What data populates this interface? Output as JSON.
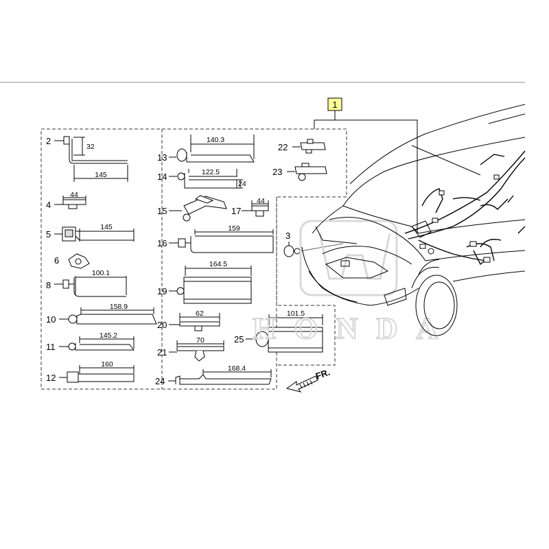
{
  "diagram": {
    "assembly_callout": "1",
    "callouts": {
      "c2": "2",
      "c3": "3",
      "c4": "4",
      "c5": "5",
      "c6": "6",
      "c8": "8",
      "c10": "10",
      "c11": "11",
      "c12": "12",
      "c13": "13",
      "c14": "14",
      "c15": "15",
      "c16": "16",
      "c17": "17",
      "c19": "19",
      "c20": "20",
      "c21": "21",
      "c22": "22",
      "c23": "23",
      "c24": "24",
      "c25": "25"
    },
    "dimensions": {
      "d2_vertical": "32",
      "d2_horizontal": "145",
      "d4": "44",
      "d5": "145",
      "d8": "100.1",
      "d10": "158.9",
      "d11": "145.2",
      "d12": "160",
      "d13": "140.3",
      "d14_horizontal": "122.5",
      "d14_vertical": "24",
      "d16": "159",
      "d17": "44",
      "d19": "164.5",
      "d20": "62",
      "d21": "70",
      "d24": "168.4",
      "d25": "101.5"
    },
    "direction_label": "FR.",
    "watermark": "HONDA"
  },
  "colors": {
    "line": "#000000",
    "frame": "#333333",
    "callout_highlight": "#ffff99",
    "watermark": "#d8d8d8"
  }
}
